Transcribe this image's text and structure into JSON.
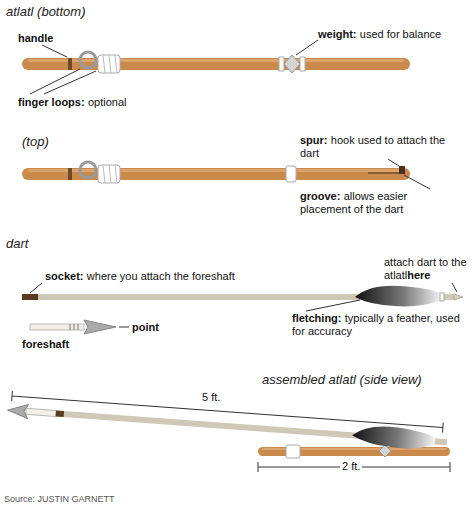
{
  "diagram": {
    "labels": [
      "atlatl (bottom)",
      "handle",
      "weight:",
      "used for balance",
      "finger loops:",
      "optional",
      "(top)",
      "spur:",
      "hook used to attach the dart",
      "groove:",
      "allows easier placement of the dart",
      "dart",
      "socket:",
      "where you attach the foreshaft",
      "attach dart to the atlatl",
      "here",
      "point",
      "foreshaft",
      "fletching:",
      "typically a feather, used for accuracy",
      "assembled atlatl (side view)",
      "5 ft.",
      "2 ft.",
      "Source: JUSTIN GARNETT"
    ]
  }
}
